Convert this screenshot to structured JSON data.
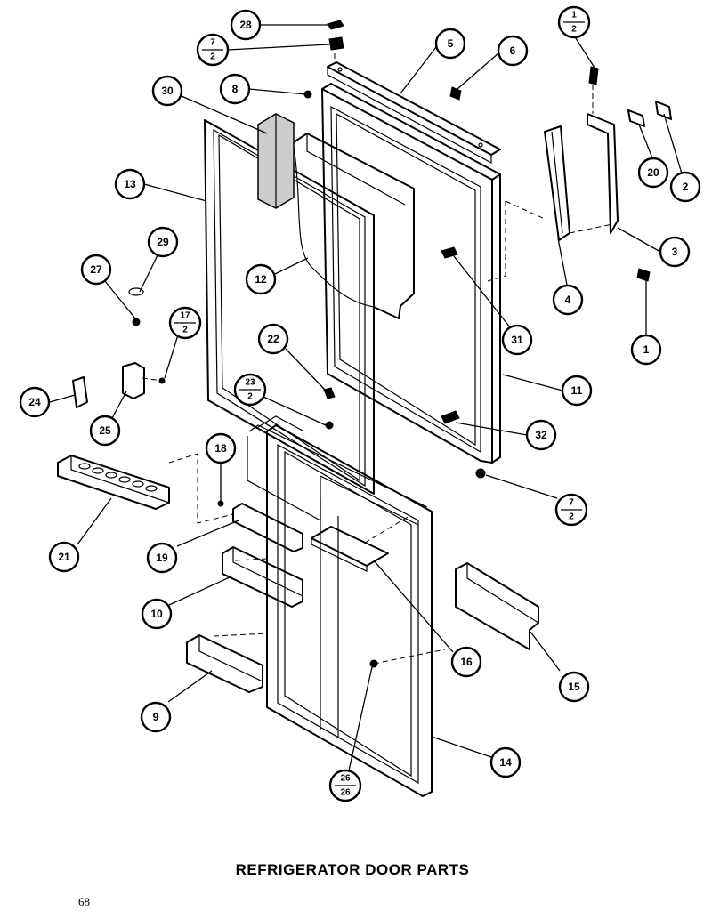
{
  "title": "REFRIGERATOR DOOR PARTS",
  "page_number": "68",
  "callouts": [
    {
      "id": "28",
      "text": "28"
    },
    {
      "id": "7-2-top",
      "num": "7",
      "den": "2"
    },
    {
      "id": "8",
      "text": "8"
    },
    {
      "id": "30",
      "text": "30"
    },
    {
      "id": "5",
      "text": "5"
    },
    {
      "id": "6",
      "text": "6"
    },
    {
      "id": "1-2",
      "num": "1",
      "den": "2"
    },
    {
      "id": "20",
      "text": "20"
    },
    {
      "id": "2",
      "text": "2"
    },
    {
      "id": "13",
      "text": "13"
    },
    {
      "id": "3",
      "text": "3"
    },
    {
      "id": "29",
      "text": "29"
    },
    {
      "id": "27",
      "text": "27"
    },
    {
      "id": "12",
      "text": "12"
    },
    {
      "id": "4",
      "text": "4"
    },
    {
      "id": "31",
      "text": "31"
    },
    {
      "id": "1",
      "text": "1"
    },
    {
      "id": "17-2",
      "num": "17",
      "den": "2"
    },
    {
      "id": "22",
      "text": "22"
    },
    {
      "id": "23-2",
      "num": "23",
      "den": "2"
    },
    {
      "id": "11",
      "text": "11"
    },
    {
      "id": "24",
      "text": "24"
    },
    {
      "id": "25",
      "text": "25"
    },
    {
      "id": "32",
      "text": "32"
    },
    {
      "id": "18",
      "text": "18"
    },
    {
      "id": "7-2-bottom",
      "num": "7",
      "den": "2"
    },
    {
      "id": "21",
      "text": "21"
    },
    {
      "id": "19",
      "text": "19"
    },
    {
      "id": "10",
      "text": "10"
    },
    {
      "id": "16",
      "text": "16"
    },
    {
      "id": "15",
      "text": "15"
    },
    {
      "id": "9",
      "text": "9"
    },
    {
      "id": "14",
      "text": "14"
    },
    {
      "id": "26-26",
      "num": "26",
      "den": "26"
    }
  ]
}
